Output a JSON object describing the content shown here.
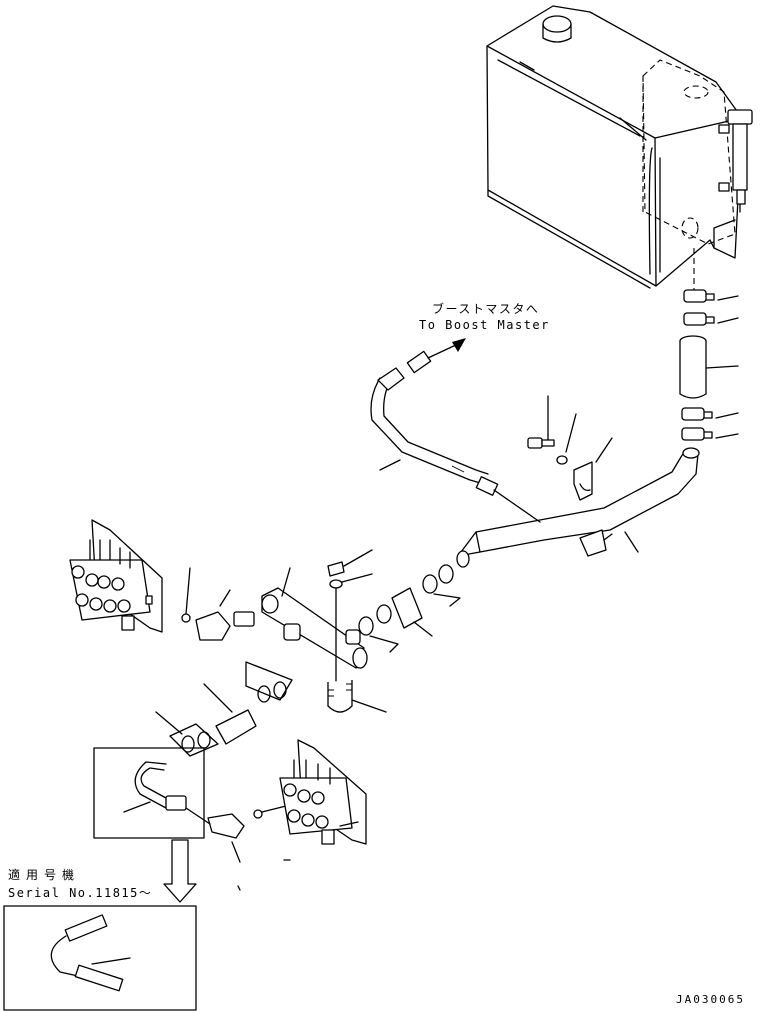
{
  "callouts": {
    "boost_master_jp": "ブーストマスタへ",
    "boost_master_en": "To Boost Master",
    "serial_jp": "適用号機",
    "serial_en": "Serial No.11815～"
  },
  "drawing_code": "JA030065"
}
